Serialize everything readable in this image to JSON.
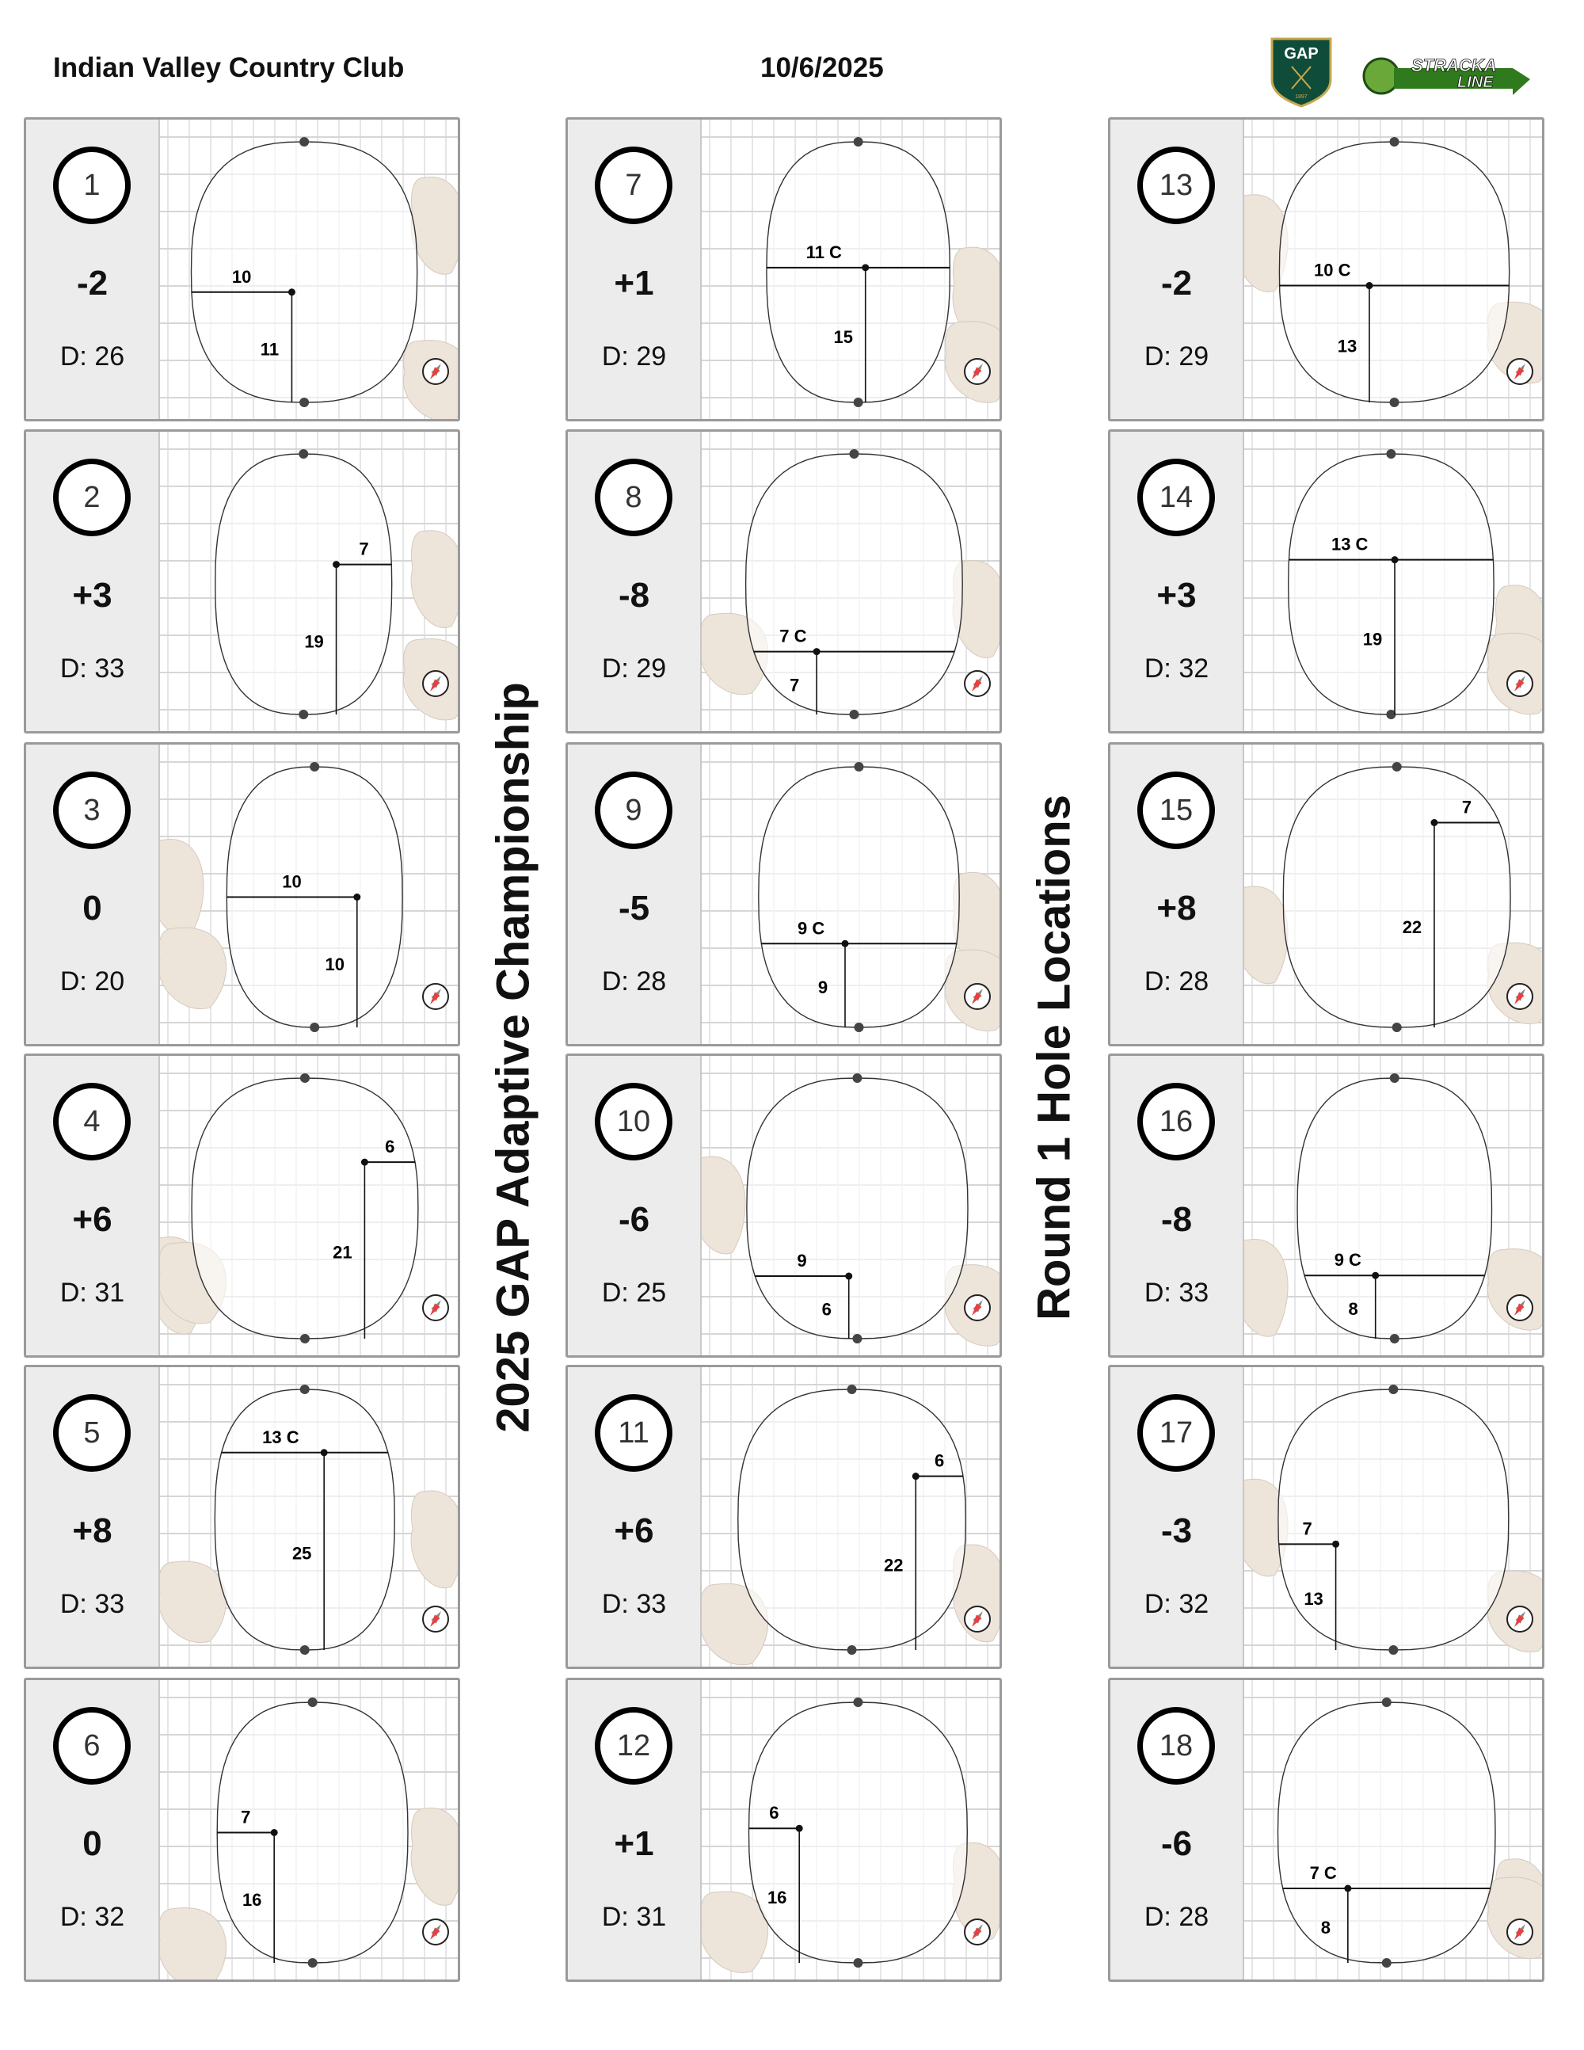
{
  "header": {
    "club": "Indian Valley Country Club",
    "date": "10/6/2025",
    "logos": [
      "GAP 1897",
      "STRACKA LINE"
    ]
  },
  "titles": {
    "event": "2025 GAP Adaptive Championship",
    "round": "Round 1 Hole Locations"
  },
  "depth_prefix": "D: ",
  "colors": {
    "bunker": "#ede4da",
    "grid": "#d6d6d6",
    "panel": "#ececec",
    "compass_needle": "#e84040"
  },
  "holes": [
    {
      "hole": "1",
      "score": "-2",
      "depth": 26,
      "from_side": 10,
      "side": "left",
      "side_label": "10",
      "from_front": 11,
      "front_label": "11"
    },
    {
      "hole": "2",
      "score": "+3",
      "depth": 33,
      "from_side": 7,
      "side": "right",
      "side_label": "7",
      "from_front": 19,
      "front_label": "19"
    },
    {
      "hole": "3",
      "score": "0",
      "depth": 20,
      "from_side": 10,
      "side": "left",
      "side_label": "10",
      "from_front": 10,
      "front_label": "10"
    },
    {
      "hole": "4",
      "score": "+6",
      "depth": 31,
      "from_side": 6,
      "side": "right",
      "side_label": "6",
      "from_front": 21,
      "front_label": "21"
    },
    {
      "hole": "5",
      "score": "+8",
      "depth": 33,
      "from_side": 13,
      "side": "center",
      "side_label": "13 C",
      "from_front": 25,
      "front_label": "25"
    },
    {
      "hole": "6",
      "score": "0",
      "depth": 32,
      "from_side": 7,
      "side": "left",
      "side_label": "7",
      "from_front": 16,
      "front_label": "16"
    },
    {
      "hole": "7",
      "score": "+1",
      "depth": 29,
      "from_side": 11,
      "side": "center",
      "side_label": "11 C",
      "from_front": 15,
      "front_label": "15"
    },
    {
      "hole": "8",
      "score": "-8",
      "depth": 29,
      "from_side": 7,
      "side": "center",
      "side_label": "7 C",
      "from_front": 7,
      "front_label": "7"
    },
    {
      "hole": "9",
      "score": "-5",
      "depth": 28,
      "from_side": 9,
      "side": "center",
      "side_label": "9 C",
      "from_front": 9,
      "front_label": "9"
    },
    {
      "hole": "10",
      "score": "-6",
      "depth": 25,
      "from_side": 9,
      "side": "left",
      "side_label": "9",
      "from_front": 6,
      "front_label": "6"
    },
    {
      "hole": "11",
      "score": "+6",
      "depth": 33,
      "from_side": 6,
      "side": "right",
      "side_label": "6",
      "from_front": 22,
      "front_label": "22"
    },
    {
      "hole": "12",
      "score": "+1",
      "depth": 31,
      "from_side": 6,
      "side": "left",
      "side_label": "6",
      "from_front": 16,
      "front_label": "16"
    },
    {
      "hole": "13",
      "score": "-2",
      "depth": 29,
      "from_side": 10,
      "side": "center",
      "side_label": "10 C",
      "from_front": 13,
      "front_label": "13"
    },
    {
      "hole": "14",
      "score": "+3",
      "depth": 32,
      "from_side": 13,
      "side": "center",
      "side_label": "13 C",
      "from_front": 19,
      "front_label": "19"
    },
    {
      "hole": "15",
      "score": "+8",
      "depth": 28,
      "from_side": 7,
      "side": "right",
      "side_label": "7",
      "from_front": 22,
      "front_label": "22"
    },
    {
      "hole": "16",
      "score": "-8",
      "depth": 33,
      "from_side": 9,
      "side": "center",
      "side_label": "9 C",
      "from_front": 8,
      "front_label": "8"
    },
    {
      "hole": "17",
      "score": "-3",
      "depth": 32,
      "from_side": 7,
      "side": "left",
      "side_label": "7",
      "from_front": 13,
      "front_label": "13"
    },
    {
      "hole": "18",
      "score": "-6",
      "depth": 28,
      "from_side": 7,
      "side": "center",
      "side_label": "7 C",
      "from_front": 8,
      "front_label": "8"
    }
  ]
}
